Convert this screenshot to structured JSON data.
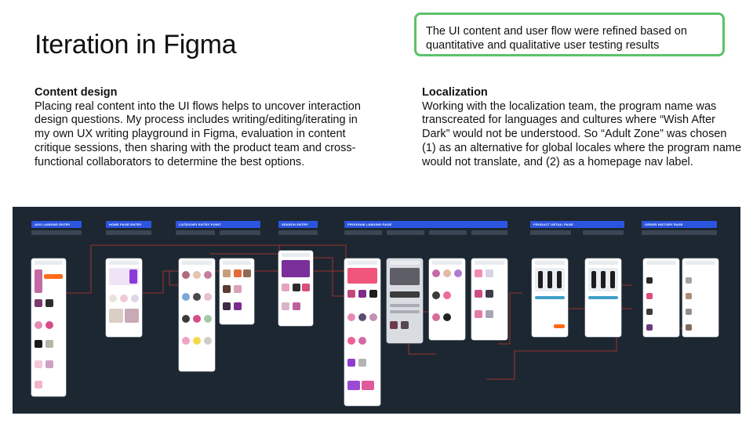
{
  "title": "Iteration in Figma",
  "callout": "The UI content and user flow were refined based on quantitative and qualitative user testing results",
  "content_design": {
    "heading": "Content design",
    "body": "Placing real content into the UI flows helps to uncover interaction design questions. My process includes writing/editing/iterating in my own UX writing playground in Figma, evaluation in content critique sessions, then sharing with the product team and cross-functional collaborators to determine the best options."
  },
  "localization": {
    "heading": "Localization",
    "body": "Working with the localization team, the program name was transcreated for languages and cultures where “Wish After Dark” would not be understood. So “Adult Zone” was chosen (1) as an alternative for global locales where the program name would not translate, and (2) as a homepage nav label."
  },
  "board": {
    "sections": [
      "ADS LANDING ENTRY POINT",
      "HOME PAGE ENTRY POINT",
      "CATEGORY ENTRY POINT",
      "SEARCH ENTRY POINT",
      "PROGRAM LANDING PAGE",
      "PRODUCT DETAIL PAGE",
      "ORDER HISTORY PAGE"
    ]
  },
  "colors": {
    "board_bg": "#1d2732",
    "section_header": "#2b55e0",
    "connector": "#c0392b",
    "callout_border": "#5cc36a"
  }
}
